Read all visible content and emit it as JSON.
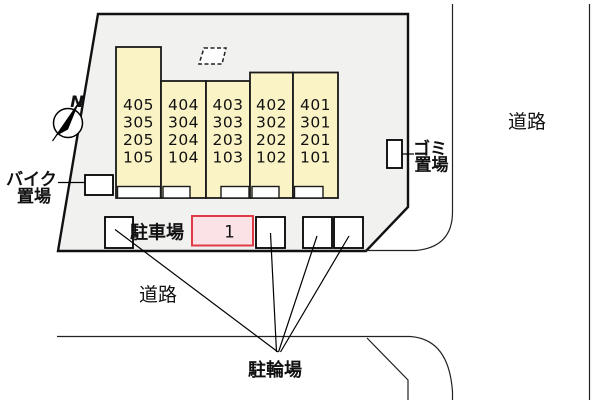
{
  "colors": {
    "site_fill": "#f1f1ef",
    "building_fill": "#faf3c6",
    "room_text": "#4d4d46",
    "highlight_fill": "#fbe2e7",
    "highlight_border": "#e03a46",
    "line": "#111111"
  },
  "compass": {
    "north_label": "N"
  },
  "building": {
    "columns": [
      {
        "rooms": [
          "405",
          "305",
          "205",
          "105"
        ]
      },
      {
        "rooms": [
          "404",
          "304",
          "204",
          "104"
        ]
      },
      {
        "rooms": [
          "403",
          "303",
          "203",
          "103"
        ]
      },
      {
        "rooms": [
          "402",
          "302",
          "202",
          "102"
        ]
      },
      {
        "rooms": [
          "401",
          "301",
          "201",
          "101"
        ]
      }
    ]
  },
  "labels": {
    "bike_parking_line1": "バイク",
    "bike_parking_line2": "置場",
    "garbage_line1": "ゴミ",
    "garbage_line2": "置場",
    "car_parking": "駐車場",
    "bicycle_parking": "駐輪場",
    "road_right": "道路",
    "road_bottom": "道路"
  },
  "parking": {
    "space_number": "1"
  }
}
